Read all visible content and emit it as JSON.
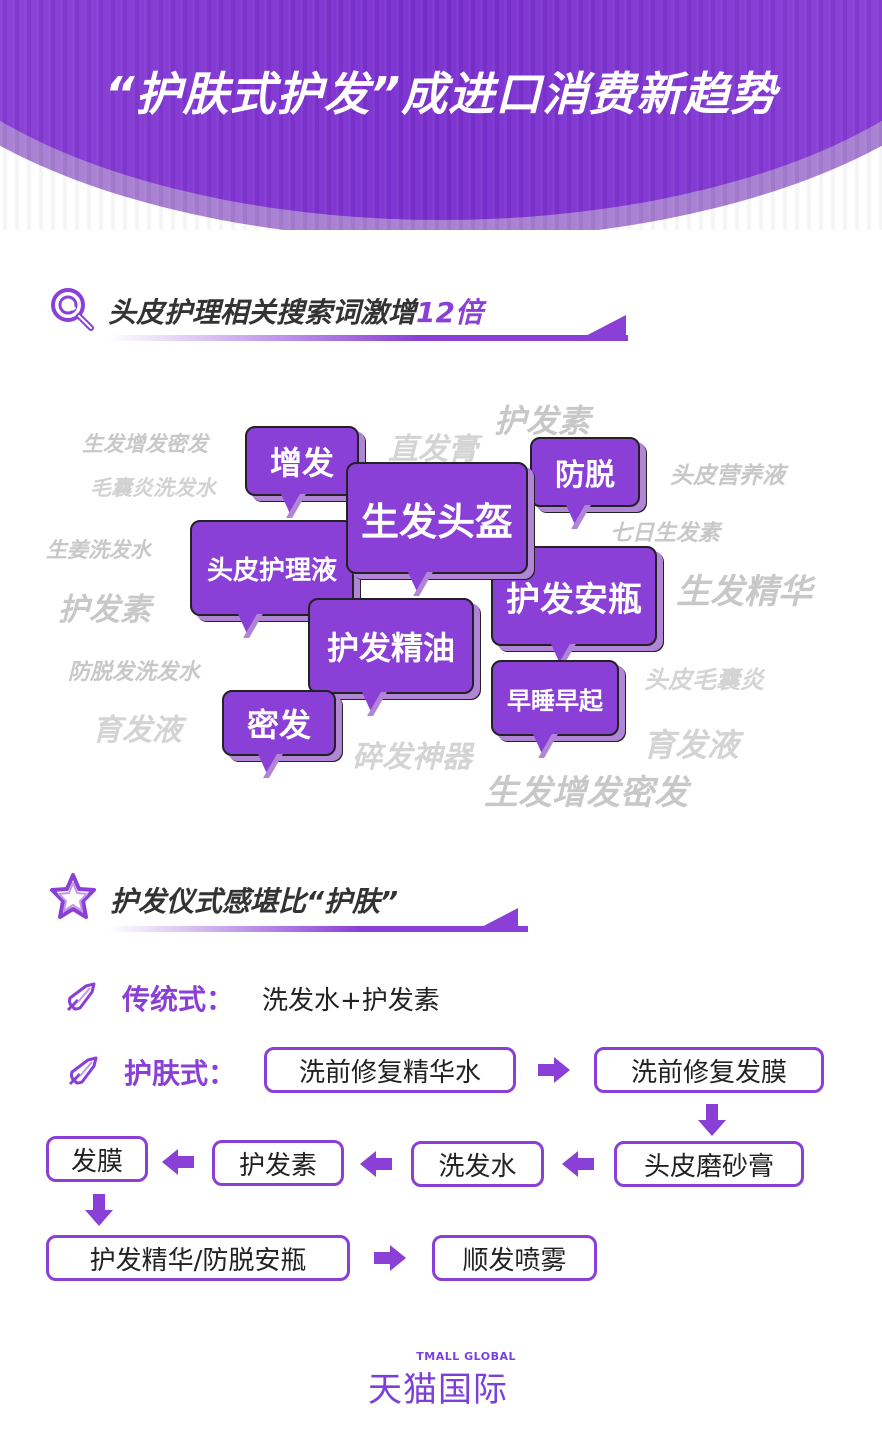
{
  "header": {
    "title": "“护肤式护发”成进口消费新趋势"
  },
  "section1": {
    "icon": "search-icon",
    "title": "头皮护理相关搜索词激增",
    "highlight": "12倍"
  },
  "wordcloud": {
    "gray_words": [
      "生发增发密发",
      "毛囊炎洗发水",
      "直发膏",
      "护发素",
      "头皮营养液",
      "七日生发素",
      "生姜洗发水",
      "护发素",
      "生发精华",
      "防脱发洗发水",
      "头皮毛囊炎",
      "育发液",
      "碎发神器",
      "育发液",
      "生发增发密发"
    ],
    "bubbles": [
      "增发",
      "防脱",
      "生发头盔",
      "头皮护理液",
      "护发安瓶",
      "护发精油",
      "早睡早起",
      "密发"
    ]
  },
  "section2": {
    "icon": "star-icon",
    "title": "护发仪式感堪比“护肤”"
  },
  "comparison": {
    "traditional": {
      "label": "传统式：",
      "value": "洗发水+护发素"
    },
    "skincare": {
      "label": "护肤式：",
      "steps": [
        "洗前修复精华水",
        "洗前修复发膜",
        "头皮磨砂膏",
        "洗发水",
        "护发素",
        "发膜",
        "护发精华/防脱安瓶",
        "顺发喷雾"
      ]
    }
  },
  "footer": {
    "logo_en": "TMALL GLOBAL",
    "logo_cn": "天猫国际"
  },
  "colors": {
    "accent": "#8a3fd6",
    "shadow": "#b085d6",
    "gray_text": "#c8c8c8"
  }
}
